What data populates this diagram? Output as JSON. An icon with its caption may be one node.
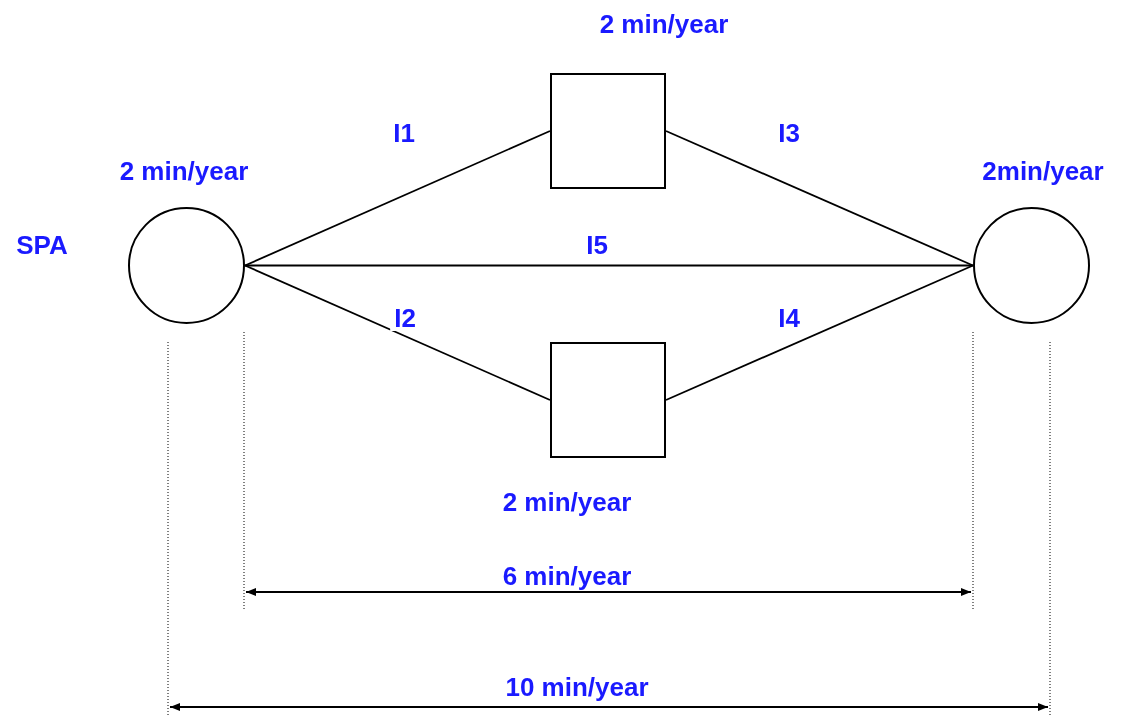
{
  "diagram": {
    "nodes": [
      {
        "text": [],
        "shape": "circle",
        "beside": [
          "SPA",
          "2 min/year"
        ]
      },
      {
        "text": [],
        "shape": "box",
        "beside": [
          "2 min/year"
        ]
      },
      {
        "text": [],
        "shape": "box",
        "beside": [
          "2 min/year"
        ]
      },
      {
        "text": [],
        "shape": "circle",
        "beside": [
          "2min/year"
        ]
      }
    ],
    "edges": [
      {
        "from": 0,
        "to": 1,
        "arrow": "none",
        "label": "I1"
      },
      {
        "from": 0,
        "to": 2,
        "arrow": "none",
        "label": "I2"
      },
      {
        "from": 1,
        "to": 3,
        "arrow": "none",
        "label": "I3"
      },
      {
        "from": 2,
        "to": 3,
        "arrow": "none",
        "label": "I4"
      },
      {
        "from": 0,
        "to": 3,
        "arrow": "none",
        "label": "I5"
      }
    ],
    "labels": [
      "6 min/year",
      "10 min/year"
    ]
  }
}
